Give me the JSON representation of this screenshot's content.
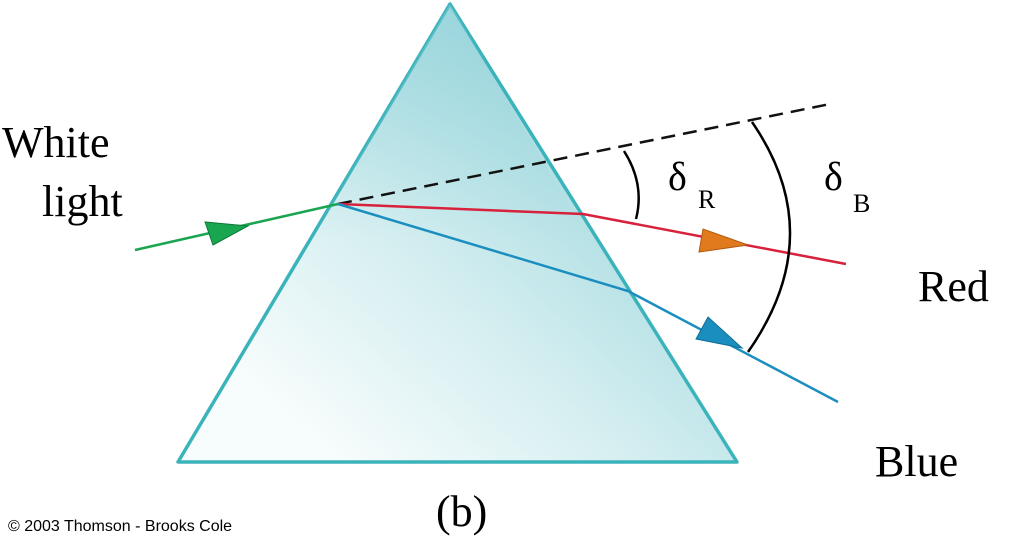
{
  "labels": {
    "white_light_line1": "White",
    "white_light_line2": "light",
    "red": "Red",
    "blue": "Blue",
    "delta_symbol": "δ",
    "delta_r_sub": "R",
    "delta_b_sub": "B",
    "panel": "(b)",
    "copyright": "© 2003 Thomson - Brooks Cole"
  },
  "colors": {
    "prism_edge": "#3bb3bb",
    "prism_fill_light": "#f4fbfb",
    "prism_fill_dark": "#a9dde2",
    "white_light_ray": "#1aa551",
    "red_ray": "#d8213b",
    "red_arrow": "#e07a1c",
    "blue_ray": "#1a8fbf",
    "blue_arrow": "#1a8fbf"
  }
}
